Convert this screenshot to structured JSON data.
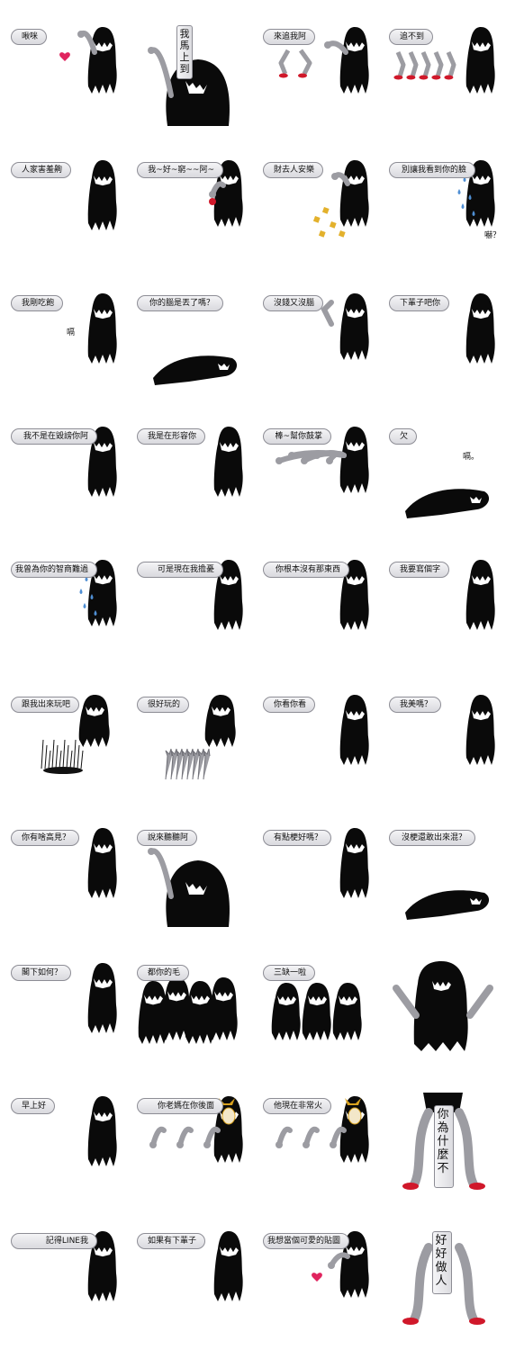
{
  "colors": {
    "hair": "#0a0a0a",
    "skin": "#9c9ca2",
    "skin_dark": "#6f6f76",
    "shoe": "#d0182a",
    "bubble_border": "#8d8d95",
    "sweat": "#4f8fd4",
    "gold": "#e3b12c",
    "heart": "#e0245e",
    "devil": "#d9a21e"
  },
  "stickers": [
    {
      "id": 1,
      "text": "啾咪",
      "bubble": "left",
      "figure": "peace"
    },
    {
      "id": 2,
      "text": "我馬上到",
      "bubble": "vertical",
      "figure": "bigface"
    },
    {
      "id": 3,
      "text": "來追我阿",
      "bubble": "left",
      "figure": "legs"
    },
    {
      "id": 4,
      "text": "追不到",
      "bubble": "left",
      "figure": "manylegs"
    },
    {
      "id": 5,
      "text": "人家害羞齁",
      "bubble": "left",
      "figure": "hair"
    },
    {
      "id": 6,
      "text": "我~好~窮~~阿~",
      "bubble": "left",
      "figure": "coin"
    },
    {
      "id": 7,
      "text": "財去人安樂",
      "bubble": "left",
      "figure": "money"
    },
    {
      "id": 8,
      "text": "別讓我看到你的臉",
      "bubble": "left",
      "figure": "sweat"
    },
    {
      "id": 9,
      "text": "我剛吃飽",
      "bubble": "left",
      "figure": "hair"
    },
    {
      "id": 10,
      "text": "你的腦是丟了嗎？",
      "bubble": "left",
      "figure": "lying"
    },
    {
      "id": 11,
      "text": "沒錢又沒腦",
      "bubble": "left",
      "figure": "arm"
    },
    {
      "id": 12,
      "text": "下輩子吧你",
      "bubble": "left",
      "figure": "hair"
    },
    {
      "id": 13,
      "text": "我不是在毀謗你阿",
      "bubble": "left",
      "figure": "hair"
    },
    {
      "id": 14,
      "text": "我是在形容你",
      "bubble": "left",
      "figure": "hair"
    },
    {
      "id": 15,
      "text": "棒~幫你鼓掌",
      "bubble": "left",
      "figure": "clap"
    },
    {
      "id": 16,
      "text": "欠",
      "bubble": "left",
      "figure": "lying"
    },
    {
      "id": 17,
      "text": "我曾為你的智商難過",
      "bubble": "left",
      "figure": "sweat"
    },
    {
      "id": 18,
      "text": "可是現在我擔憂",
      "bubble": "left",
      "figure": "hair"
    },
    {
      "id": 19,
      "text": "你根本沒有那東西",
      "bubble": "left",
      "figure": "hair"
    },
    {
      "id": 20,
      "text": "我要寫個字",
      "bubble": "left",
      "figure": "hair"
    },
    {
      "id": 21,
      "text": "跟我出來玩吧",
      "bubble": "left",
      "figure": "spikes"
    },
    {
      "id": 22,
      "text": "很好玩的",
      "bubble": "left",
      "figure": "hands"
    },
    {
      "id": 23,
      "text": "你看你看",
      "bubble": "left",
      "figure": "hair"
    },
    {
      "id": 24,
      "text": "我美嗎？",
      "bubble": "left",
      "figure": "hair"
    },
    {
      "id": 25,
      "text": "你有啥高見？",
      "bubble": "left",
      "figure": "hair"
    },
    {
      "id": 26,
      "text": "說來聽聽阿",
      "bubble": "left",
      "figure": "bigface"
    },
    {
      "id": 27,
      "text": "有點梗好嗎？",
      "bubble": "left",
      "figure": "hair"
    },
    {
      "id": 28,
      "text": "沒梗還敢出來混？",
      "bubble": "left",
      "figure": "lying"
    },
    {
      "id": 29,
      "text": "閣下如何？",
      "bubble": "left",
      "figure": "hair"
    },
    {
      "id": 30,
      "text": "都你的毛",
      "bubble": "left",
      "figure": "crowd"
    },
    {
      "id": 31,
      "text": "三缺一啦",
      "bubble": "left",
      "figure": "three"
    },
    {
      "id": 32,
      "text": "",
      "bubble": "none",
      "figure": "bigarms"
    },
    {
      "id": 33,
      "text": "早上好",
      "bubble": "left",
      "figure": "hair"
    },
    {
      "id": 34,
      "text": "你老媽在你後面",
      "bubble": "left",
      "figure": "devil"
    },
    {
      "id": 35,
      "text": "他現在非常火",
      "bubble": "left",
      "figure": "devil"
    },
    {
      "id": 36,
      "text": "你為什麼不",
      "bubble": "vertical",
      "figure": "bigfeet"
    },
    {
      "id": 37,
      "text": "記得LINE我",
      "bubble": "left",
      "figure": "hair"
    },
    {
      "id": 38,
      "text": "如果有下輩子",
      "bubble": "left",
      "figure": "hair"
    },
    {
      "id": 39,
      "text": "我想當個可愛的貼圖",
      "bubble": "left",
      "figure": "heart"
    },
    {
      "id": 40,
      "text": "好好做人",
      "bubble": "vertical",
      "figure": "feet"
    }
  ],
  "extras": {
    "s8_note": "嚇？",
    "s9_note": "嗝",
    "s16_note": "嗝。",
    "s13_note": ""
  }
}
